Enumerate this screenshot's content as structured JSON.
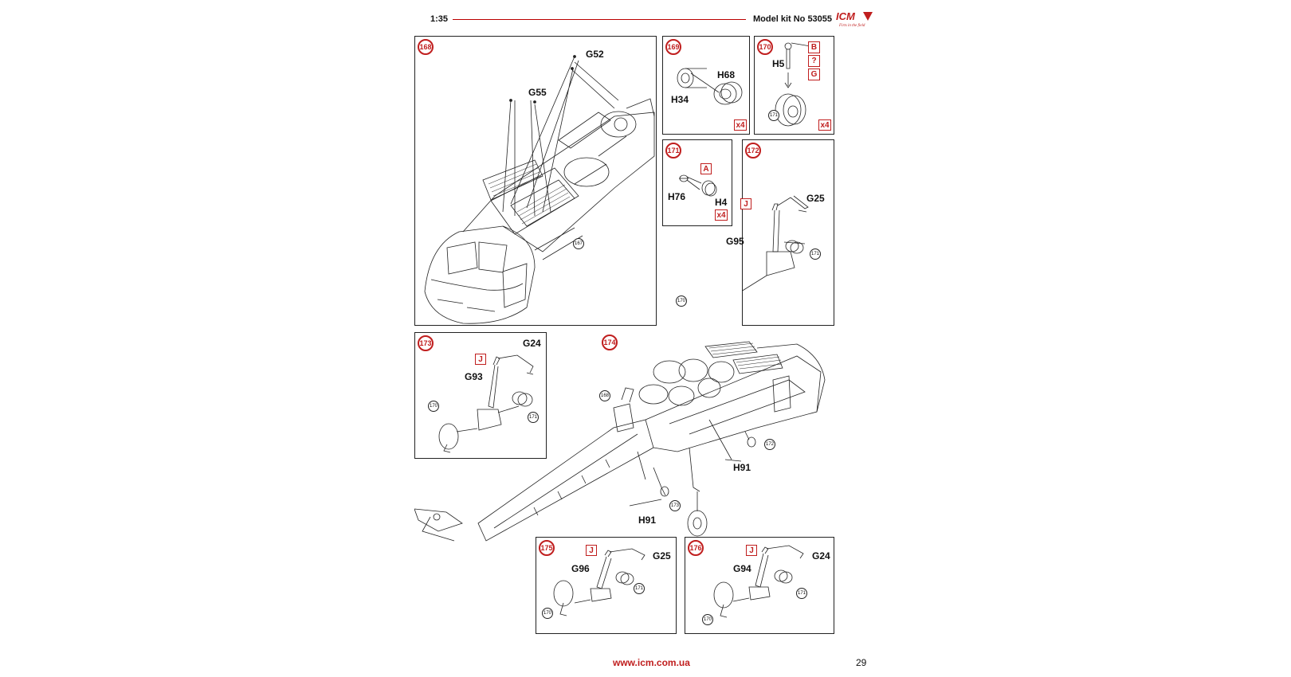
{
  "header": {
    "scale": "1:35",
    "kit": "Model kit No 53055",
    "logo_text": "ICM",
    "logo_tagline": "Firts in the field"
  },
  "steps": {
    "s168": {
      "number": "168",
      "parts": {
        "g52": "G52",
        "g55": "G55"
      },
      "refs": {
        "r167": "167"
      }
    },
    "s169": {
      "number": "169",
      "parts": {
        "h68": "H68",
        "h34": "H34"
      },
      "qty": "x4"
    },
    "s170": {
      "number": "170",
      "parts": {
        "h5": "H5"
      },
      "paint": {
        "b": "B",
        "q": "?",
        "g": "G"
      },
      "refs": {
        "r171": "171"
      },
      "qty": "x4"
    },
    "s171": {
      "number": "171",
      "parts": {
        "h76": "H76",
        "h4": "H4"
      },
      "paint": {
        "a": "A"
      },
      "qty": "x4"
    },
    "s172": {
      "number": "172",
      "parts": {
        "g25": "G25",
        "g95": "G95"
      },
      "paint": {
        "j": "J"
      },
      "refs": {
        "r171": "171",
        "r170": "170"
      }
    },
    "s173": {
      "number": "173",
      "parts": {
        "g24": "G24",
        "g93": "G93"
      },
      "paint": {
        "j": "J"
      },
      "refs": {
        "r170": "170",
        "r171": "171"
      }
    },
    "s174": {
      "number": "174",
      "parts": {
        "h91a": "H91",
        "h91b": "H91"
      },
      "refs": {
        "r168": "168",
        "r172": "172",
        "r173": "173"
      }
    },
    "s175": {
      "number": "175",
      "parts": {
        "g25": "G25",
        "g96": "G96"
      },
      "paint": {
        "j": "J"
      },
      "refs": {
        "r171": "171",
        "r170": "170"
      }
    },
    "s176": {
      "number": "176",
      "parts": {
        "g24": "G24",
        "g94": "G94"
      },
      "paint": {
        "j": "J"
      },
      "refs": {
        "r171": "171",
        "r170": "170"
      }
    }
  },
  "footer": {
    "url": "www.icm.com.ua",
    "page": "29"
  },
  "colors": {
    "accent": "#c01e1e",
    "line": "#222222"
  }
}
